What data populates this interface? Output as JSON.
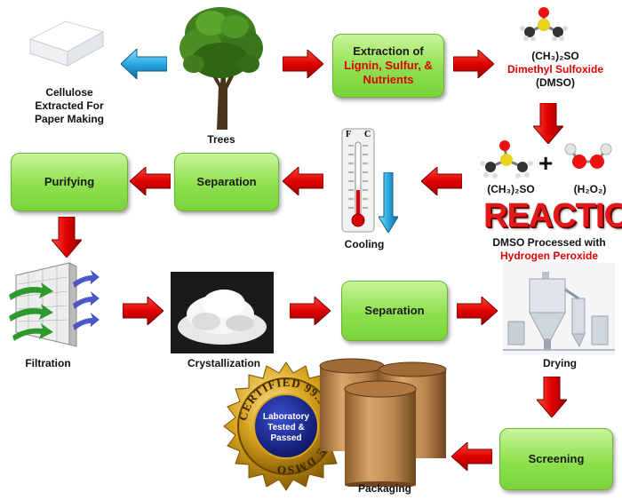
{
  "nodes": {
    "extraction_line1": "Extraction of",
    "extraction_line2": "Lignin, Sulfur, &",
    "extraction_line3": "Nutrients",
    "purifying": "Purifying",
    "separation1": "Separation",
    "separation2": "Separation",
    "screening": "Screening"
  },
  "labels": {
    "trees": "Trees",
    "cellulose_1": "Cellulose",
    "cellulose_2": "Extracted For",
    "cellulose_3": "Paper Making",
    "dmso_formula": "(CH₃)₂SO",
    "dmso_name": "Dimethyl Sulfoxide",
    "dmso_abbr": "(DMSO)",
    "reactant1": "(CH₃)₂SO",
    "reactant2": "(H₂O₂)",
    "plus": "+",
    "reaction": "REACTION",
    "dmso_processed": "DMSO Processed with",
    "hydrogen_peroxide": "Hydrogen Peroxide",
    "cooling": "Cooling",
    "filtration": "Filtration",
    "crystallization": "Crystallization",
    "drying": "Drying",
    "packaging": "Packaging",
    "thermo_f": "F",
    "thermo_c": "C"
  },
  "seal": {
    "ring_text": "CERTIFIED 99.9% PURE DMSO",
    "center_1": "Laboratory",
    "center_2": "Tested &",
    "center_3": "Passed"
  },
  "colors": {
    "box_green": "#8ee04e",
    "arrow_red": "#e00000",
    "arrow_blue": "#29a8e0",
    "highlight_red": "#e00000"
  }
}
